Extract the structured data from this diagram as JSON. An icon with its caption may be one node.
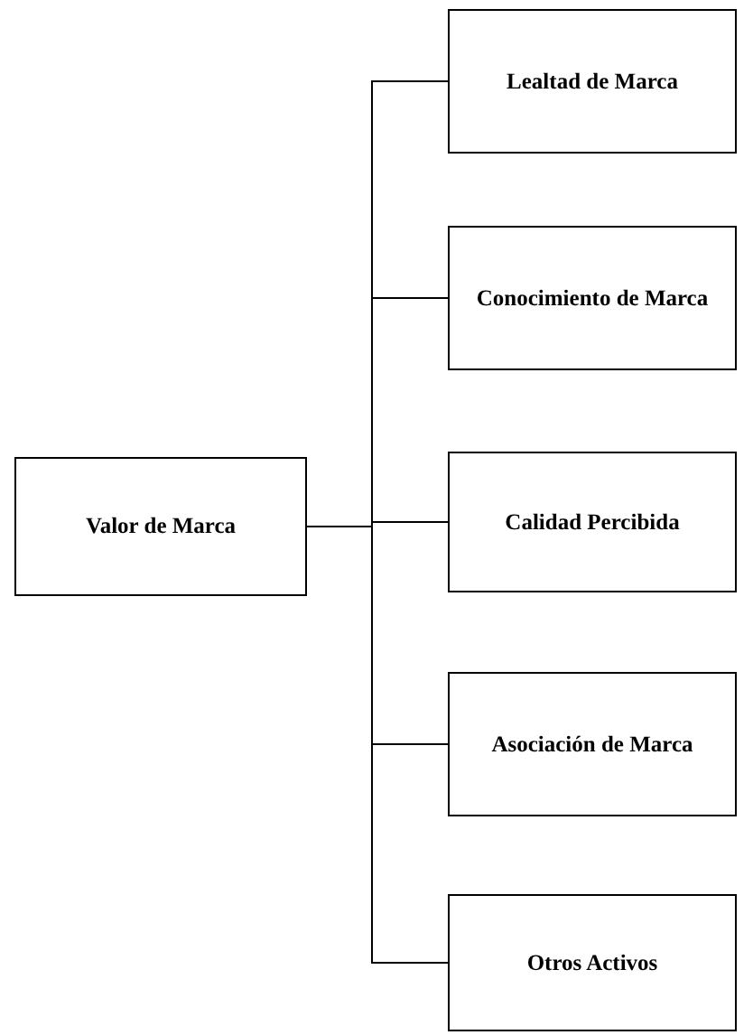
{
  "diagram": {
    "nodes": [
      {
        "text": [
          "Valor de Marca"
        ]
      },
      {
        "text": [
          "Lealtad de Marca"
        ]
      },
      {
        "text": [
          "Conocimiento de Marca"
        ]
      },
      {
        "text": [
          "Calidad Percibida"
        ]
      },
      {
        "text": [
          "Asociación de Marca"
        ]
      },
      {
        "text": [
          "Otros Activos"
        ]
      }
    ],
    "edges": [
      {
        "from": 0,
        "to": 1,
        "arrow": "none"
      },
      {
        "from": 0,
        "to": 2,
        "arrow": "none"
      },
      {
        "from": 0,
        "to": 3,
        "arrow": "none"
      },
      {
        "from": 0,
        "to": 4,
        "arrow": "none"
      },
      {
        "from": 0,
        "to": 5,
        "arrow": "none"
      }
    ]
  }
}
